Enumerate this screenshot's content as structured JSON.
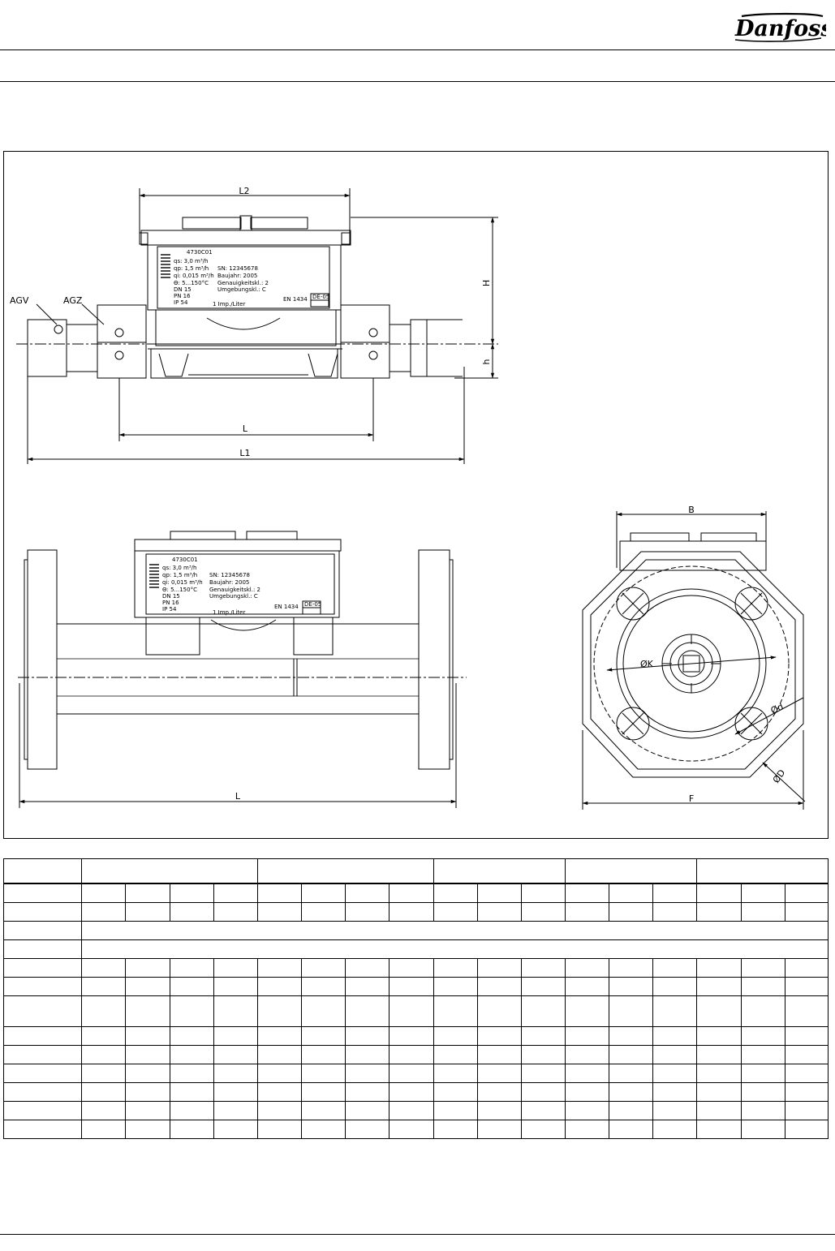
{
  "header": {
    "logo_text": "Danfoss"
  },
  "drawing": {
    "side_view": {
      "labels": {
        "l2": "L2",
        "h_upper": "H",
        "h_lower": "h",
        "agv": "AGV",
        "agz": "AGZ",
        "l": "L",
        "l1": "L1"
      },
      "nameplate": {
        "part_no": "4730C01",
        "lines_left": [
          "qs: 3,0 m³/h",
          "qp: 1,5 m³/h",
          "qi: 0,015 m³/h",
          "Θ: 5...150°C",
          "DN 15",
          "PN 16",
          "IP 54"
        ],
        "lines_right": [
          "SN: 12345678",
          "Baujahr: 2005",
          "Genauigkeitskl.: 2",
          "Umgebungskl.: C"
        ],
        "pulse": "1 Imp./Liter",
        "norm": "EN 1434",
        "mark": "DE-05"
      }
    },
    "flange_view": {
      "labels": {
        "l": "L"
      },
      "nameplate": {
        "part_no": "4730C01",
        "lines_left": [
          "qs: 3,0 m³/h",
          "qp: 1,5 m³/h",
          "qi: 0,015 m³/h",
          "Θ: 5...150°C",
          "DN 15",
          "PN 16",
          "IP 54"
        ],
        "lines_right": [
          "SN: 12345678",
          "Baujahr: 2005",
          "Genauigkeitskl.: 2",
          "Umgebungskl.: C"
        ],
        "pulse": "1 Imp./Liter",
        "norm": "EN 1434",
        "mark": "DE-05"
      }
    },
    "end_view": {
      "labels": {
        "b": "B",
        "f": "F",
        "k": "ØK",
        "d_small": "Ød",
        "d_large": "ØD"
      }
    }
  },
  "spec_table": {
    "group_columns": 5,
    "data_columns": 17,
    "rows": 14
  },
  "colors": {
    "line": "#000000",
    "background": "#ffffff"
  }
}
